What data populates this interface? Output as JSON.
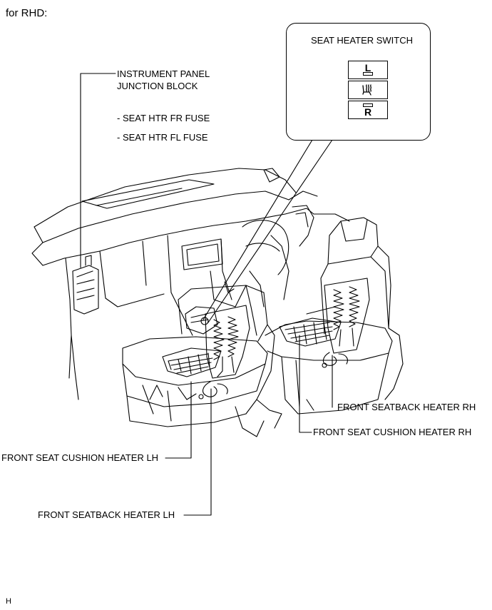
{
  "header": {
    "variant": "for RHD:"
  },
  "labels": {
    "ip_junction_block_line1": "INSTRUMENT PANEL",
    "ip_junction_block_line2": "JUNCTION BLOCK",
    "fuse_fr": "- SEAT HTR FR FUSE",
    "fuse_fl": "- SEAT HTR FL FUSE",
    "seatback_rh": "FRONT SEATBACK HEATER RH",
    "cushion_rh": "FRONT SEAT CUSHION HEATER RH",
    "cushion_lh": "FRONT SEAT CUSHION HEATER LH",
    "seatback_lh": "FRONT SEATBACK HEATER LH"
  },
  "switch": {
    "title": "SEAT HEATER SWITCH",
    "left_label": "L",
    "right_label": "R",
    "icon": "seat-heater-icon"
  },
  "footer": {
    "code": "H"
  }
}
